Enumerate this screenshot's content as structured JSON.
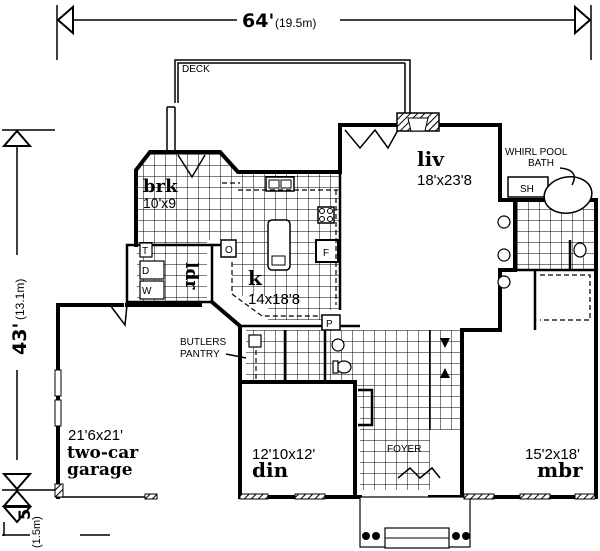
{
  "dimensions": {
    "width_main": "64'",
    "width_metric": "(19.5m)",
    "depth_main": "43'",
    "depth_metric": "(13.1m)",
    "porch_main": "5'",
    "porch_metric": "(1.5m)"
  },
  "labels": {
    "deck": "DECK",
    "whirlpool_line1": "WHIRL POOL",
    "whirlpool_line2": "BATH",
    "shower": "SH",
    "butlers_line1": "BUTLERS",
    "butlers_line2": "PANTRY",
    "foyer": "FOYER",
    "fridge": "F",
    "oven": "O",
    "pantry": "P",
    "toilet_t": "T",
    "dryer": "D",
    "washer": "W"
  },
  "rooms": {
    "brk": {
      "name": "brk",
      "size": "10'x9"
    },
    "liv": {
      "name": "liv",
      "size": "18'x23'8"
    },
    "k": {
      "name": "k",
      "size": "14x18'8"
    },
    "ldr": {
      "name": "ldr"
    },
    "garage": {
      "name_line1": "two-car",
      "name_line2": "garage",
      "size": "21'6x21'"
    },
    "din": {
      "name": "din",
      "size": "12'10x12'"
    },
    "mbr": {
      "name": "mbr",
      "size": "15'2x18'"
    }
  }
}
